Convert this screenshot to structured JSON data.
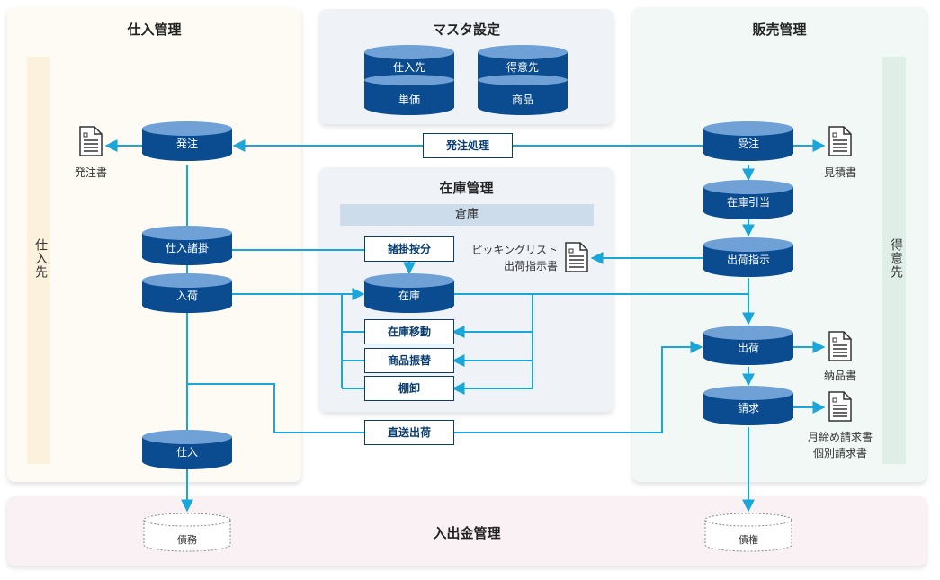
{
  "panels": {
    "purchase": {
      "title": "仕入管理",
      "side_label": "仕入先"
    },
    "master": {
      "title": "マスタ設定"
    },
    "inventory": {
      "title": "在庫管理",
      "warehouse_bar": "倉庫"
    },
    "sales": {
      "title": "販売管理",
      "side_label": "得意先"
    },
    "cash": {
      "title": "入出金管理"
    }
  },
  "master_dbs": [
    {
      "top": "仕入先",
      "bottom": "単価"
    },
    {
      "top": "得意先",
      "bottom": "商品"
    }
  ],
  "purchase_nodes": {
    "order": "発注",
    "purchase_charges": "仕入諸掛",
    "arrival": "入荷",
    "purchase": "仕入"
  },
  "sales_nodes": {
    "order_received": "受注",
    "stock_allocation": "在庫引当",
    "shipping_instruction": "出荷指示",
    "shipment": "出荷",
    "billing": "請求"
  },
  "inventory_nodes": {
    "stock": "在庫",
    "charge_allocation": "諸掛按分",
    "stock_transfer": "在庫移動",
    "product_swap": "商品振替",
    "stocktaking": "棚卸"
  },
  "process_boxes": {
    "order_processing": "発注処理",
    "direct_shipping": "直送出荷"
  },
  "documents": {
    "purchase_order": "発注書",
    "quotation": "見積書",
    "picking_list_line1": "ピッキングリスト",
    "picking_list_line2": "出荷指示書",
    "delivery_note": "納品書",
    "invoice_line1": "月締め請求書",
    "invoice_line2": "個別請求書"
  },
  "cash_nodes": {
    "payables": "債務",
    "receivables": "債権"
  },
  "colors": {
    "db_dark": "#0a4c8f",
    "db_light": "#6fa0d6",
    "connector": "#1aa6d9",
    "purchase_bg": "#fdfbf4",
    "master_bg": "#eff3f8",
    "sales_bg": "#f1f8f5",
    "cash_bg": "#f9f1f4"
  }
}
